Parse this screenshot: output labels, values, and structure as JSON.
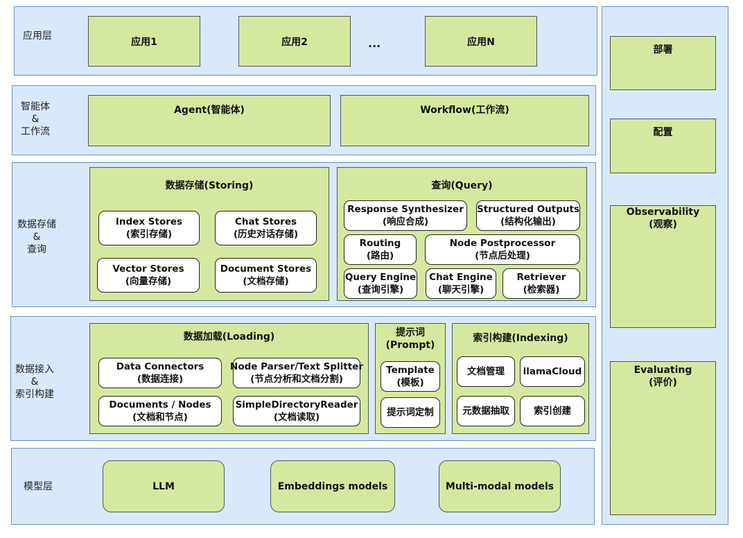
{
  "app_layer": {
    "label": "应用层",
    "apps": [
      "应用1",
      "应用2",
      "应用N"
    ],
    "ellipsis": "..."
  },
  "agent_layer": {
    "label": [
      "智能体",
      "&",
      "工作流"
    ],
    "agent": "Agent(智能体)",
    "workflow": "Workflow(工作流)"
  },
  "storage_layer": {
    "label": [
      "数据存储",
      "&",
      "查询"
    ],
    "storing": {
      "title": "数据存储(Storing)",
      "items": [
        {
          "name": "Index Stores",
          "sub": "(索引存储)"
        },
        {
          "name": "Chat Stores",
          "sub": "(历史对话存储)"
        },
        {
          "name": "Vector Stores",
          "sub": "(向量存储)"
        },
        {
          "name": "Document Stores",
          "sub": "(文档存储)"
        }
      ]
    },
    "query": {
      "title": "查询(Query)",
      "items": [
        {
          "name": "Response Synthesizer",
          "sub": "(响应合成)"
        },
        {
          "name": "Structured Outputs",
          "sub": "(结构化输出)"
        },
        {
          "name": "Routing",
          "sub": "(路由)"
        },
        {
          "name": "Node Postprocessor",
          "sub": "(节点后处理)"
        },
        {
          "name": "Query Engine",
          "sub": "(查询引擎)"
        },
        {
          "name": "Chat Engine",
          "sub": "(聊天引擎)"
        },
        {
          "name": "Retriever",
          "sub": "(检索器)"
        }
      ]
    }
  },
  "ingest_layer": {
    "label": [
      "数据接入",
      "&",
      "索引构建"
    ],
    "loading": {
      "title": "数据加载(Loading)",
      "items": [
        {
          "name": "Data Connectors",
          "sub": "(数据连接)"
        },
        {
          "name": "Node Parser/Text Splitter",
          "sub": "(节点分析和文档分割)"
        },
        {
          "name": "Documents / Nodes",
          "sub": "(文档和节点)"
        },
        {
          "name": "SimpleDirectoryReader",
          "sub": "(文档读取)"
        }
      ]
    },
    "prompt": {
      "title": [
        "提示词",
        "(Prompt)"
      ],
      "items": [
        {
          "name": "Template",
          "sub": "(模板)"
        },
        {
          "name": "提示词定制",
          "sub": ""
        }
      ]
    },
    "indexing": {
      "title": "索引构建(Indexing)",
      "items": [
        "文档管理",
        "llamaCloud",
        "元数据抽取",
        "索引创建"
      ]
    }
  },
  "model_layer": {
    "label": "模型层",
    "models": [
      "LLM",
      "Embeddings models",
      "Multi-modal models"
    ]
  },
  "side_panel": {
    "items": [
      [
        "部署"
      ],
      [
        "配置"
      ],
      [
        "Observability",
        "(观察)"
      ],
      [
        "Evaluating",
        "(评价)"
      ]
    ]
  }
}
